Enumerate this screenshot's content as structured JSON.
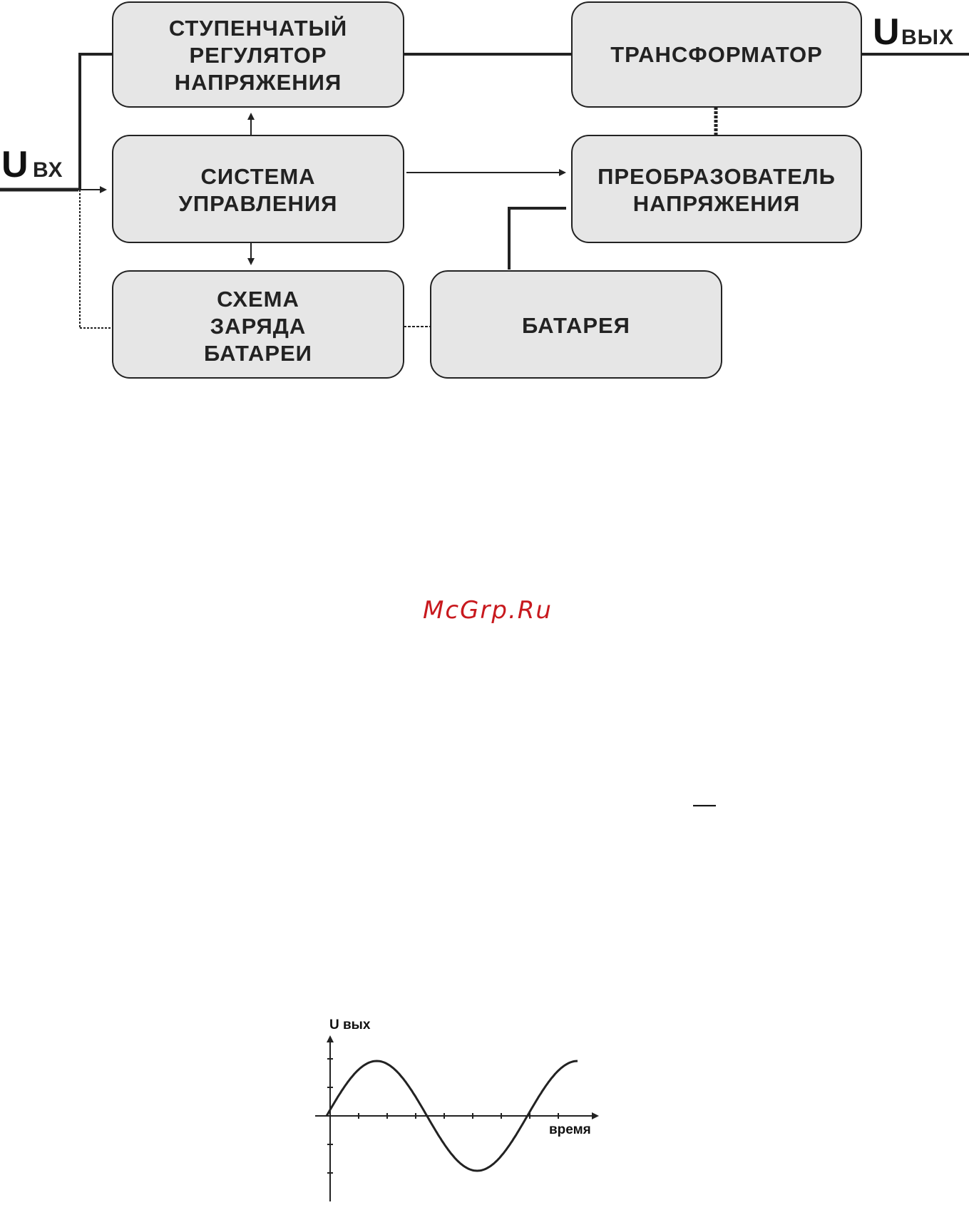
{
  "diagram": {
    "input_label": {
      "main": "U",
      "sub": "ВХ"
    },
    "output_label": {
      "main": "U",
      "sub": "ВЫХ"
    },
    "blocks": {
      "step_regulator": [
        "СТУПЕНЧАТЫЙ",
        "РЕГУЛЯТОР",
        "НАПРЯЖЕНИЯ"
      ],
      "transformer": [
        "ТРАНСФОРМАТОР"
      ],
      "control_system": [
        "СИСТЕМА",
        "УПРАВЛЕНИЯ"
      ],
      "converter": [
        "ПРЕОБРАЗОВАТЕЛЬ",
        "НАПРЯЖЕНИЯ"
      ],
      "charge_circuit": [
        "СХЕМА",
        "ЗАРЯДА",
        "БАТАРЕИ"
      ],
      "battery": [
        "БАТАРЕЯ"
      ]
    },
    "colors": {
      "box_fill": "#e6e6e6",
      "line": "#222222"
    }
  },
  "watermark": {
    "text": "McGrp.Ru",
    "color": "#c8191e"
  },
  "stray_mark": "—",
  "chart_data": {
    "type": "line",
    "ylabel": "U вых",
    "xlabel": "время",
    "series": [
      {
        "function": "sine",
        "periods": 1.25
      }
    ]
  }
}
